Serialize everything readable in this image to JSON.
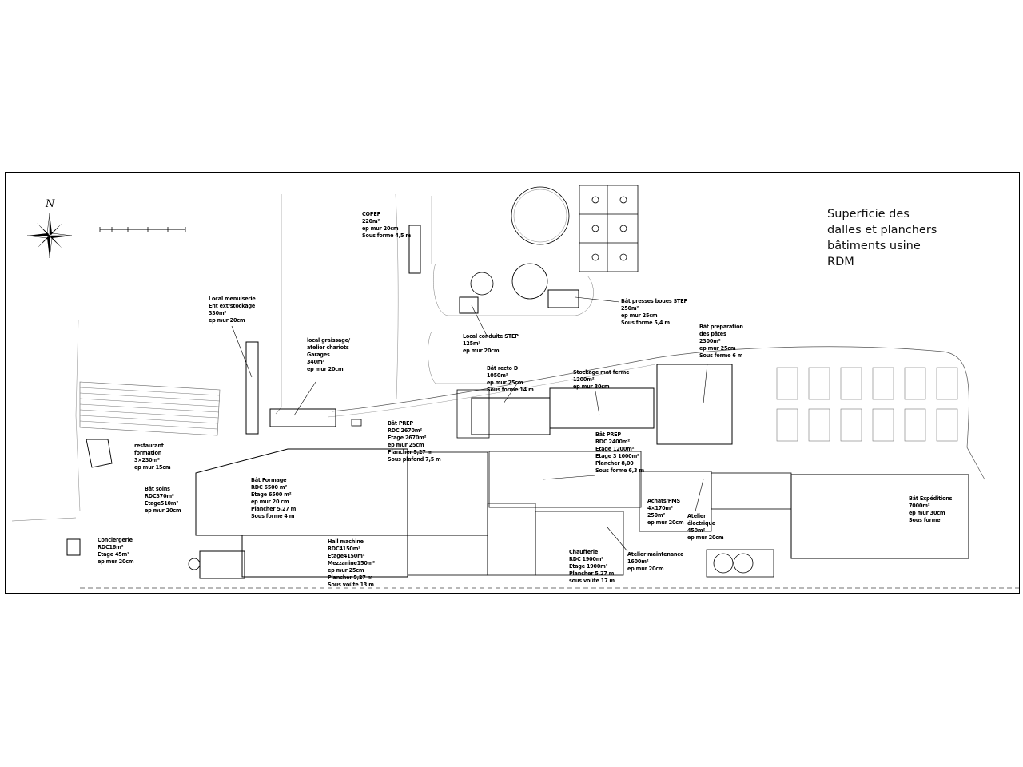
{
  "title": [
    "Superficie des",
    "dalles et planchers",
    "bâtiments usine",
    "RDM"
  ],
  "north": "N",
  "labels": [
    {
      "id": "copef",
      "lines": [
        "COPEF",
        "220m²",
        "ep mur 20cm",
        "Sous forme 4,5 m"
      ]
    },
    {
      "id": "local-menuiserie",
      "lines": [
        "Local menuiserie",
        "Ent ext/stockage",
        "330m²",
        "ep mur 20cm"
      ]
    },
    {
      "id": "local-graissage",
      "lines": [
        "local graissage/",
        "atelier chariots",
        "Garages",
        "340m²",
        "ep mur 20cm"
      ]
    },
    {
      "id": "local-conduite-step",
      "lines": [
        "Local conduite STEP",
        "125m²",
        "ep mur 20cm"
      ]
    },
    {
      "id": "bat-presses-boues",
      "lines": [
        "Bât presses boues STEP",
        "250m²",
        "ep mur 25cm",
        "Sous forme 5,4 m"
      ]
    },
    {
      "id": "bat-preparation-pates",
      "lines": [
        "Bât préparation",
        "des pâtes",
        "2300m²",
        "ep mur 25cm",
        "Sous forme 6 m"
      ]
    },
    {
      "id": "bat-recto-d",
      "lines": [
        "Bât recto D",
        "1050m²",
        "ep mur 25cm",
        "Sous forme 14 m"
      ]
    },
    {
      "id": "stockage-mat-terrain",
      "lines": [
        "Stockage mat ferme",
        "1200m²",
        "ep mur 30cm"
      ]
    },
    {
      "id": "restaurant",
      "lines": [
        "restaurant",
        "formation",
        "3×230m²",
        "ep mur 15cm"
      ]
    },
    {
      "id": "bat-prep-1",
      "lines": [
        "Bât PREP",
        "RDC 2670m²",
        "Etage 2670m²",
        "ep mur 25cm",
        "Plancher 5,27 m",
        "Sous plafond 7,5 m"
      ]
    },
    {
      "id": "bat-prep-2",
      "lines": [
        "Bât PREP",
        "RDC 2400m²",
        "Etage 1200m²",
        "Etage 3 1000m²",
        "Plancher 8,00",
        "Sous forme 6,3 m"
      ]
    },
    {
      "id": "bat-formage",
      "lines": [
        "Bât Formage",
        "RDC 6500 m²",
        "Etage 6500 m²",
        "ep mur 20 cm",
        "Plancher 5,27 m",
        "Sous forme 4 m"
      ]
    },
    {
      "id": "bat-soins",
      "lines": [
        "Bât soins",
        "RDC370m²",
        "Etage510m²",
        "ep mur 20cm"
      ]
    },
    {
      "id": "conciergerie",
      "lines": [
        "Conciergerie",
        "RDC16m²",
        "Etage 45m²",
        "ep mur 20cm"
      ]
    },
    {
      "id": "hall-machine",
      "lines": [
        "Hall machine",
        "RDC4150m²",
        "Etage4150m²",
        "Mezzanine150m²",
        "ep mur 25cm",
        "Plancher 5,27 m",
        "Sous voûte 13 m"
      ]
    },
    {
      "id": "chaufferie",
      "lines": [
        "Chaufferie",
        "RDC 1900m²",
        "Etage 1900m²",
        "Plancher 5,27 m",
        "sous voûte 17 m"
      ]
    },
    {
      "id": "atelier-maintenance",
      "lines": [
        "Atelier maintenance",
        "1600m²",
        "ep mur 20cm"
      ]
    },
    {
      "id": "achats",
      "lines": [
        "Achats/PMS",
        "4×170m²",
        "250m²",
        "ep mur 20cm"
      ]
    },
    {
      "id": "atelier-electrique",
      "lines": [
        "Atelier",
        "électrique",
        "450m²",
        "ep mur 20cm"
      ]
    },
    {
      "id": "bat-expeditions",
      "lines": [
        "Bât Expéditions",
        "7000m²",
        "ep mur 30cm",
        "Sous forme"
      ]
    }
  ]
}
